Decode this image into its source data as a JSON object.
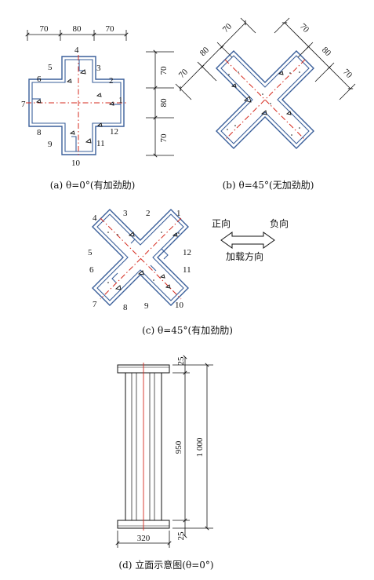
{
  "panel_a": {
    "dim_top": [
      "70",
      "80",
      "70"
    ],
    "dim_right": [
      "70",
      "80",
      "70"
    ],
    "side_numbers": [
      "1",
      "2",
      "3",
      "4",
      "5",
      "6",
      "7",
      "8",
      "9",
      "10",
      "11",
      "12"
    ],
    "caption": "(a) θ=0°(有加劲肋)"
  },
  "panel_b": {
    "dim_left": [
      "70",
      "80",
      "70"
    ],
    "dim_right": [
      "70",
      "80",
      "70"
    ],
    "caption": "(b) θ=45°(无加劲肋)"
  },
  "panel_c": {
    "side_numbers": [
      "1",
      "2",
      "3",
      "4",
      "5",
      "6",
      "7",
      "8",
      "9",
      "10",
      "11",
      "12"
    ],
    "caption": "(c) θ=45°(有加劲肋)"
  },
  "legend": {
    "positive": "正向",
    "negative": "负向",
    "direction": "加载方向"
  },
  "panel_d": {
    "dim_top": "25",
    "dim_bottom": "25",
    "dim_mid": "950",
    "dim_total": "1 000",
    "dim_width": "320",
    "caption": "(d) 立面示意图(θ=0°)"
  }
}
